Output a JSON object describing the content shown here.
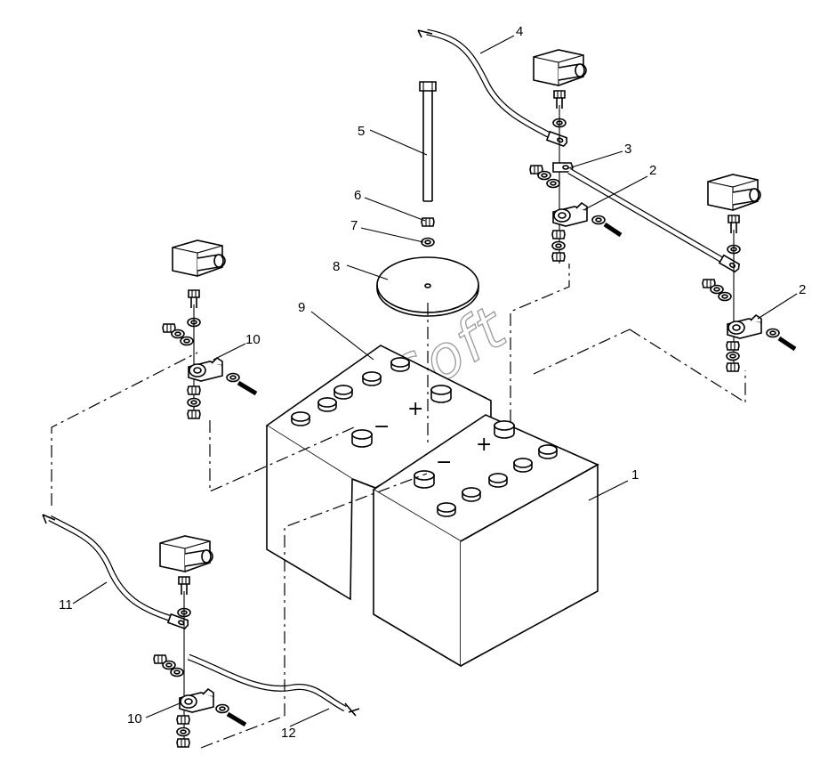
{
  "diagram": {
    "watermark": "AutoSoft",
    "terminal_signs": {
      "plus": "+",
      "minus": "−"
    },
    "callouts": [
      "1",
      "2",
      "3",
      "4",
      "5",
      "6",
      "7",
      "8",
      "9",
      "10",
      "11",
      "12"
    ]
  }
}
